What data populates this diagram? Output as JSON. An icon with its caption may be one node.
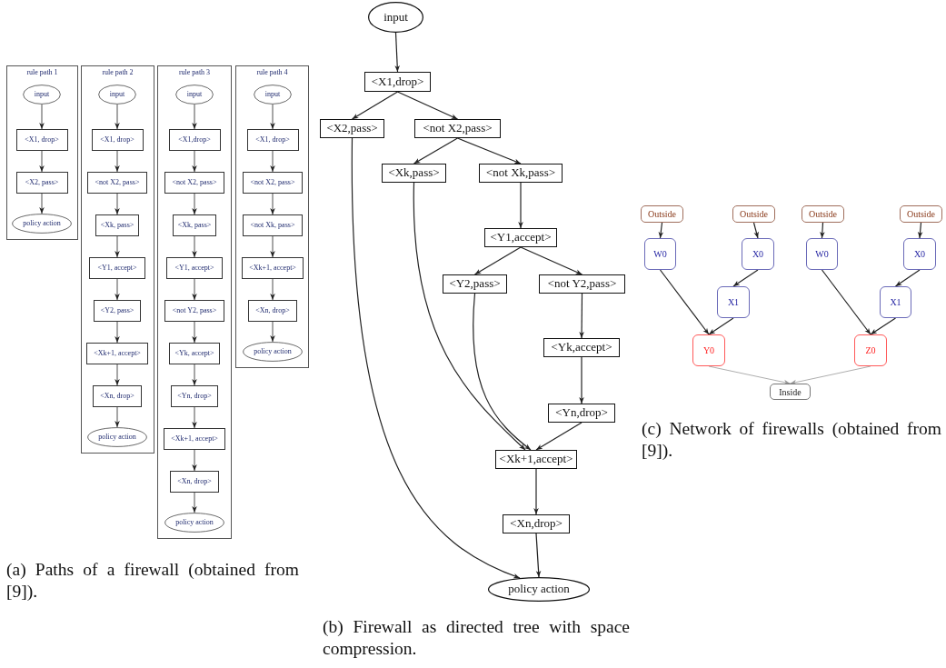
{
  "diagram": {
    "nodes": [
      {
        "text": [
          "rule path 1"
        ]
      },
      {
        "text": [
          "input"
        ],
        "in": 0
      },
      {
        "text": [
          "<X1, drop>"
        ],
        "in": 0
      },
      {
        "text": [
          "<X2, pass>"
        ],
        "in": 0
      },
      {
        "text": [
          "policy action"
        ],
        "in": 0
      },
      {
        "text": [
          "rule path 2"
        ]
      },
      {
        "text": [
          "input"
        ],
        "in": 5
      },
      {
        "text": [
          "<X1, drop>"
        ],
        "in": 5
      },
      {
        "text": [
          "<not X2, pass>"
        ],
        "in": 5
      },
      {
        "text": [
          "<Xk, pass>"
        ],
        "in": 5
      },
      {
        "text": [
          "<Y1, accept>"
        ],
        "in": 5
      },
      {
        "text": [
          "<Y2, pass>"
        ],
        "in": 5
      },
      {
        "text": [
          "<Xk+1, accept>"
        ],
        "in": 5
      },
      {
        "text": [
          "<Xn, drop>"
        ],
        "in": 5
      },
      {
        "text": [
          "policy action"
        ],
        "in": 5
      },
      {
        "text": [
          "rule path 3"
        ]
      },
      {
        "text": [
          "input"
        ],
        "in": 15
      },
      {
        "text": [
          "<X1,drop>"
        ],
        "in": 15
      },
      {
        "text": [
          "<not X2, pass>"
        ],
        "in": 15
      },
      {
        "text": [
          "<Xk, pass>"
        ],
        "in": 15
      },
      {
        "text": [
          "<Y1, accept>"
        ],
        "in": 15
      },
      {
        "text": [
          "<not Y2, pass>"
        ],
        "in": 15
      },
      {
        "text": [
          "<Yk, accept>"
        ],
        "in": 15
      },
      {
        "text": [
          "<Yn, drop>"
        ],
        "in": 15
      },
      {
        "text": [
          "<Xk+1, accept>"
        ],
        "in": 15
      },
      {
        "text": [
          "<Xn, drop>"
        ],
        "in": 15
      },
      {
        "text": [
          "policy action"
        ],
        "in": 15
      },
      {
        "text": [
          "rule path 4"
        ]
      },
      {
        "text": [
          "input"
        ],
        "in": 27
      },
      {
        "text": [
          "<X1, drop>"
        ],
        "in": 27
      },
      {
        "text": [
          "<not X2, pass>"
        ],
        "in": 27
      },
      {
        "text": [
          "<not Xk, pass>"
        ],
        "in": 27
      },
      {
        "text": [
          "<Xk+1, accept>"
        ],
        "in": 27
      },
      {
        "text": [
          "<Xn, drop>"
        ],
        "in": 27
      },
      {
        "text": [
          "policy action"
        ],
        "in": 27
      },
      {
        "text": [
          "input"
        ]
      },
      {
        "text": [
          "<X1,drop>"
        ]
      },
      {
        "text": [
          "<X2,pass>"
        ]
      },
      {
        "text": [
          "<not X2,pass>"
        ]
      },
      {
        "text": [
          "<Xk,pass>"
        ]
      },
      {
        "text": [
          "<not Xk,pass>"
        ]
      },
      {
        "text": [
          "<Y1,accept>"
        ]
      },
      {
        "text": [
          "<Y2,pass>"
        ]
      },
      {
        "text": [
          "<not Y2,pass>"
        ]
      },
      {
        "text": [
          "<Yk,accept>"
        ]
      },
      {
        "text": [
          "<Yn,drop>"
        ]
      },
      {
        "text": [
          "<Xk+1,accept>"
        ]
      },
      {
        "text": [
          "<Xn,drop>"
        ]
      },
      {
        "text": [
          "policy action"
        ]
      },
      {
        "text": [
          "Outside"
        ]
      },
      {
        "text": [
          "Outside"
        ]
      },
      {
        "text": [
          "Outside"
        ]
      },
      {
        "text": [
          "Outside"
        ]
      },
      {
        "text": [
          "W0"
        ]
      },
      {
        "text": [
          "X0"
        ]
      },
      {
        "text": [
          "W0"
        ]
      },
      {
        "text": [
          "X0"
        ]
      },
      {
        "text": [
          "X1"
        ]
      },
      {
        "text": [
          "X1"
        ]
      },
      {
        "text": [
          "Y0"
        ]
      },
      {
        "text": [
          "Z0"
        ]
      },
      {
        "text": [
          "Inside"
        ]
      }
    ],
    "edges": [
      {
        "from": 1,
        "to": 2,
        "arrow": "to"
      },
      {
        "from": 2,
        "to": 3,
        "arrow": "to"
      },
      {
        "from": 3,
        "to": 4,
        "arrow": "to"
      },
      {
        "from": 6,
        "to": 7,
        "arrow": "to"
      },
      {
        "from": 7,
        "to": 8,
        "arrow": "to"
      },
      {
        "from": 8,
        "to": 9,
        "arrow": "to"
      },
      {
        "from": 9,
        "to": 10,
        "arrow": "to"
      },
      {
        "from": 10,
        "to": 11,
        "arrow": "to"
      },
      {
        "from": 11,
        "to": 12,
        "arrow": "to"
      },
      {
        "from": 12,
        "to": 13,
        "arrow": "to"
      },
      {
        "from": 13,
        "to": 14,
        "arrow": "to"
      },
      {
        "from": 16,
        "to": 17,
        "arrow": "to"
      },
      {
        "from": 17,
        "to": 18,
        "arrow": "to"
      },
      {
        "from": 18,
        "to": 19,
        "arrow": "to"
      },
      {
        "from": 19,
        "to": 20,
        "arrow": "to"
      },
      {
        "from": 20,
        "to": 21,
        "arrow": "to"
      },
      {
        "from": 21,
        "to": 22,
        "arrow": "to"
      },
      {
        "from": 22,
        "to": 23,
        "arrow": "to"
      },
      {
        "from": 23,
        "to": 24,
        "arrow": "to"
      },
      {
        "from": 24,
        "to": 25,
        "arrow": "to"
      },
      {
        "from": 25,
        "to": 26,
        "arrow": "to"
      },
      {
        "from": 28,
        "to": 29,
        "arrow": "to"
      },
      {
        "from": 29,
        "to": 30,
        "arrow": "to"
      },
      {
        "from": 30,
        "to": 31,
        "arrow": "to"
      },
      {
        "from": 31,
        "to": 32,
        "arrow": "to"
      },
      {
        "from": 32,
        "to": 33,
        "arrow": "to"
      },
      {
        "from": 33,
        "to": 34,
        "arrow": "to"
      },
      {
        "from": 35,
        "to": 36,
        "arrow": "to"
      },
      {
        "from": 36,
        "to": 37,
        "arrow": "to"
      },
      {
        "from": 36,
        "to": 38,
        "arrow": "to"
      },
      {
        "from": 38,
        "to": 39,
        "arrow": "to"
      },
      {
        "from": 38,
        "to": 40,
        "arrow": "to"
      },
      {
        "from": 40,
        "to": 41,
        "arrow": "to"
      },
      {
        "from": 41,
        "to": 42,
        "arrow": "to"
      },
      {
        "from": 41,
        "to": 43,
        "arrow": "to"
      },
      {
        "from": 43,
        "to": 44,
        "arrow": "to"
      },
      {
        "from": 44,
        "to": 45,
        "arrow": "to"
      },
      {
        "from": 45,
        "to": 46,
        "arrow": "to"
      },
      {
        "from": 39,
        "to": 46,
        "arrow": "to"
      },
      {
        "from": 42,
        "to": 46,
        "arrow": "to"
      },
      {
        "from": 46,
        "to": 47,
        "arrow": "to"
      },
      {
        "from": 47,
        "to": 48,
        "arrow": "to"
      },
      {
        "from": 37,
        "to": 48,
        "arrow": "to"
      },
      {
        "from": 49,
        "to": 53,
        "arrow": "to"
      },
      {
        "from": 50,
        "to": 54,
        "arrow": "to"
      },
      {
        "from": 51,
        "to": 55,
        "arrow": "to"
      },
      {
        "from": 52,
        "to": 56,
        "arrow": "to"
      },
      {
        "from": 54,
        "to": 57,
        "arrow": "to"
      },
      {
        "from": 56,
        "to": 58,
        "arrow": "to"
      },
      {
        "from": 53,
        "to": 59,
        "arrow": "to"
      },
      {
        "from": 57,
        "to": 59,
        "arrow": "to"
      },
      {
        "from": 55,
        "to": 60,
        "arrow": "to"
      },
      {
        "from": 58,
        "to": 60,
        "arrow": "to"
      },
      {
        "from": 59,
        "to": 61,
        "arrow": "to",
        "color": "#999999"
      },
      {
        "from": 60,
        "to": 61,
        "arrow": "to",
        "color": "#999999"
      }
    ],
    "labels": [
      "(a) Paths of a firewall (obtained from [9]).",
      "(b) Firewall as directed tree with space compression.",
      "(c) Network of firewalls (obtained from [9])."
    ]
  }
}
